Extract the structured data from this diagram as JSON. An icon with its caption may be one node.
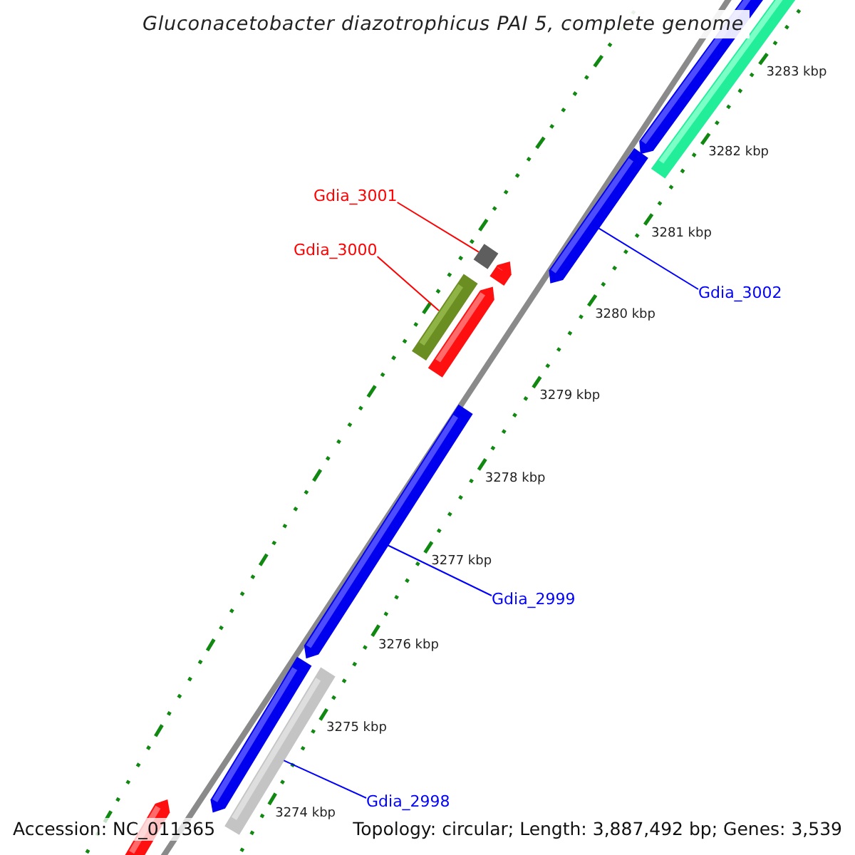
{
  "diagram": {
    "title": "Gluconacetobacter diazotrophicus PAI 5, complete genome",
    "nodes": [
      {
        "text": [
          "Gdia_3001"
        ]
      },
      {
        "text": [
          "Gdia_3000"
        ]
      },
      {
        "text": [
          "Gdia_3002"
        ]
      },
      {
        "text": [
          "Gdia_2999"
        ]
      },
      {
        "text": [
          "Gdia_2998"
        ]
      },
      {
        "text": [],
        "shape": "box"
      },
      {
        "text": [],
        "shape": "bar"
      },
      {
        "text": [],
        "shape": "bar"
      },
      {
        "text": [],
        "shape": "bar"
      },
      {
        "text": [],
        "shape": "bar"
      }
    ],
    "edges": [
      {
        "from": 0,
        "to": 5,
        "arrow": "none",
        "color": "#ff0000"
      },
      {
        "from": 1,
        "to": 6,
        "arrow": "none",
        "color": "#ff0000"
      },
      {
        "from": 2,
        "to": 7,
        "arrow": "none"
      },
      {
        "from": 3,
        "to": 8,
        "arrow": "none"
      },
      {
        "from": 4,
        "to": 9,
        "arrow": "none"
      }
    ],
    "labels": [
      "3283 kbp",
      "3282 kbp",
      "3281 kbp",
      "3280 kbp",
      "3279 kbp",
      "3278 kbp",
      "3277 kbp",
      "3276 kbp",
      "3275 kbp",
      "3274 kbp",
      "Accession: NC_011365",
      "Topology: circular; Length: 3,887,492 bp; Genes: 3,539"
    ]
  }
}
